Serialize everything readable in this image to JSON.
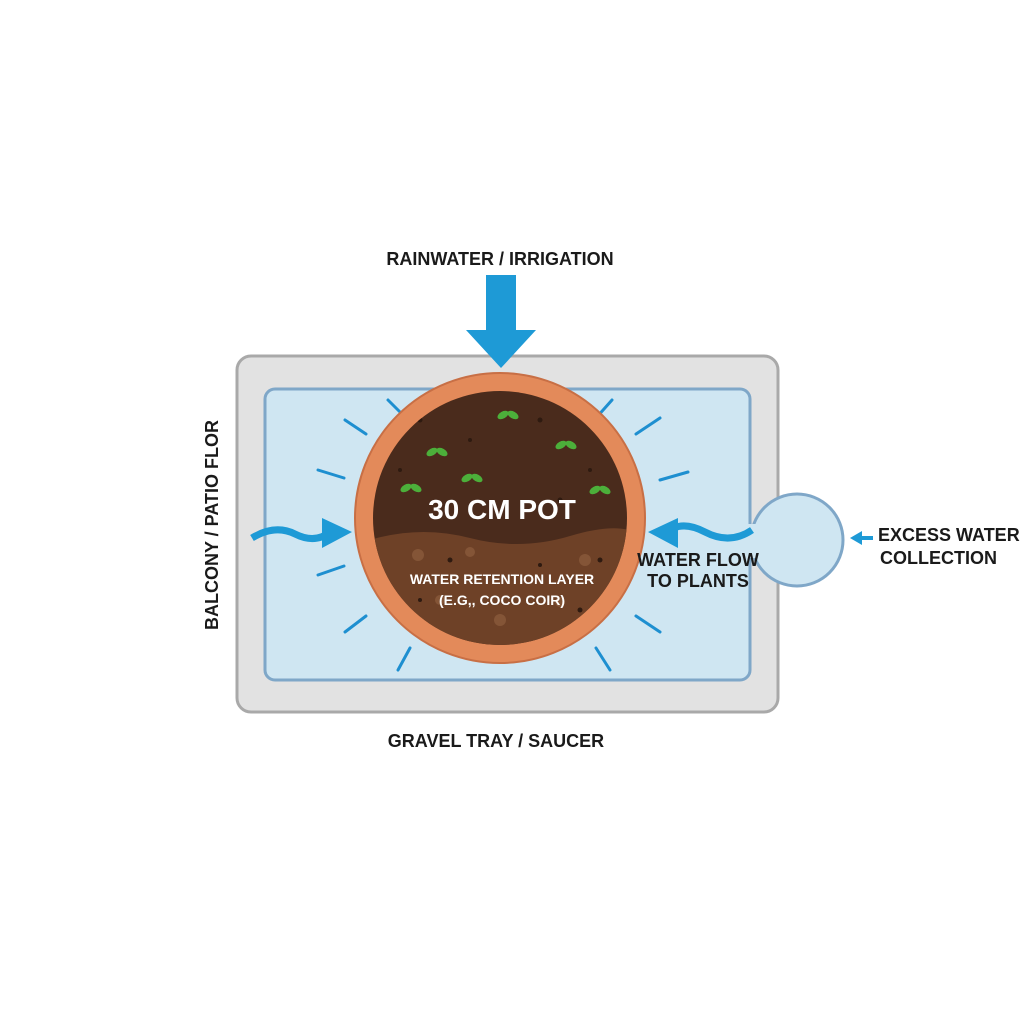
{
  "labels": {
    "top": "RAINWATER / IRRIGATION",
    "left": "BALCONY / PATIO FLOR",
    "bottom": "GRAVEL TRAY / SAUCER",
    "right_line1": "EXCESS WATER",
    "right_line2": "COLLECTION",
    "flow_line1": "WATER FLOW",
    "flow_line2": "TO PLANTS"
  },
  "pot": {
    "title": "30 CM POT",
    "layer_line1": "WATER RETENTION LAYER",
    "layer_line2": "(E.G,, COCO COIR)"
  },
  "colors": {
    "water_arrow": "#1e9ad6",
    "tray_outer": "#e2e2e2",
    "tray_water": "#cfe6f2",
    "pot_rim": "#e38a5a",
    "soil_top": "#4a2b1c",
    "soil_bottom": "#6e4127",
    "sprout": "#4caf3a"
  }
}
